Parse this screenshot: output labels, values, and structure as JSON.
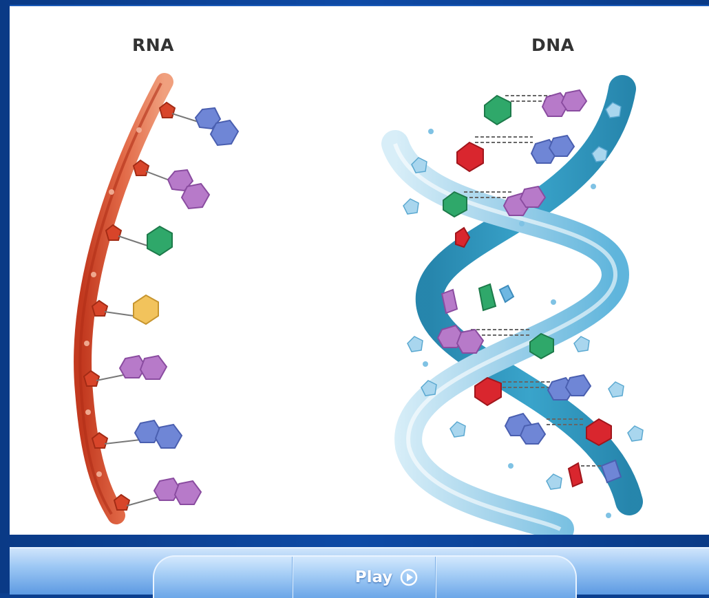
{
  "panels": {
    "rna_title": "RNA",
    "dna_title": "DNA"
  },
  "controls": {
    "play_label": "Play"
  },
  "icons": {
    "play": "play-circle-icon"
  },
  "colors": {
    "frame": "#0b3f8f",
    "rna_backbone": "#d9573a",
    "dna_backbone": "#2f9fc8",
    "base_blue": "#6f86d6",
    "base_purple": "#b77ac9",
    "base_green": "#2fa86a",
    "base_yellow": "#f2c35c",
    "base_red": "#d9262e"
  }
}
